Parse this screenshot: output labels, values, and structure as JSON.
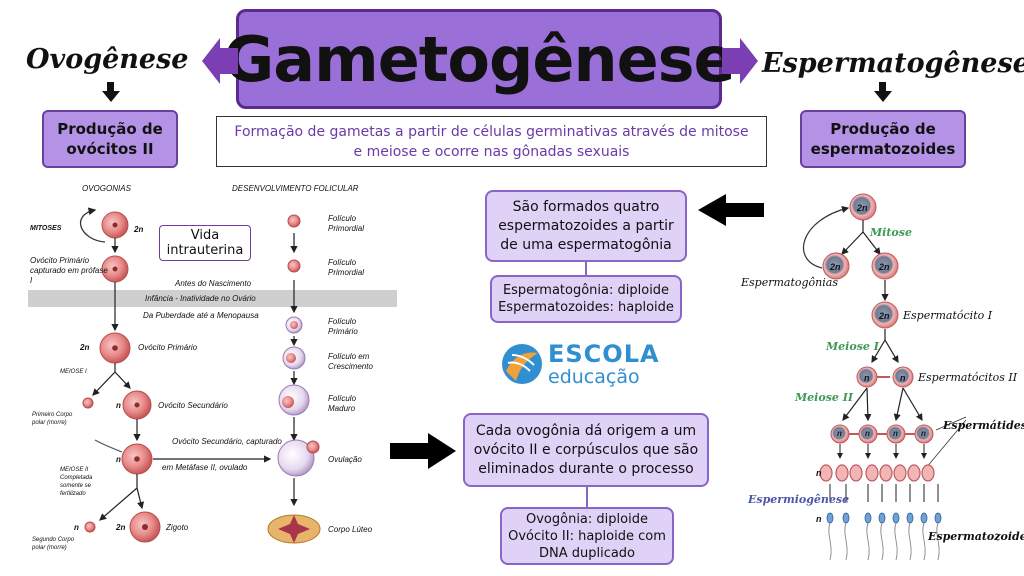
{
  "header": {
    "title": "Gametogênese",
    "left_title": "Ovogênese",
    "right_title": "Espermatogênese",
    "definition": "Formação de gametas a partir de células germinativas através de mitose e meiose e ocorre nas gônadas sexuais"
  },
  "left_box": {
    "line1": "Produção de",
    "line2": "ovócitos II"
  },
  "right_box": {
    "line1": "Produção de",
    "line2": "espermatozoides"
  },
  "sperm_result": {
    "text": "São formados quatro espermatozoides a partir de uma espermatogônia",
    "ploidy1": "Espermatogônia: diploide",
    "ploidy2": "Espermatozoides: haploide"
  },
  "ovo_result": {
    "text": "Cada ovogônia dá origem a um ovócito II e corpúsculos que são eliminados durante o processo",
    "ploidy1": "Ovogônia: diploide",
    "ploidy2": "Ovócito II: haploide com",
    "ploidy3": "DNA duplicado"
  },
  "logo": {
    "name": "ESCOLA",
    "sub": "educação"
  },
  "ovo_diagram": {
    "col1_header": "OVOGONIAS",
    "col2_header": "DESENVOLVIMENTO FOLICULAR",
    "mitoses": "MITOSES",
    "n2": "2n",
    "n": "n",
    "primario_capturado": "Ovócito Primário capturado em prófase I",
    "vida_intrauterina": "Vida intrauterina",
    "antes_nascimento": "Antes do Nascimento",
    "band": "Infância - Inatividade no Ovário",
    "puberdade": "Da Puberdade até a Menopausa",
    "ovocito_primario": "Ovócito Primário",
    "meiose1": "MEIOSE I",
    "ovocito_secundario": "Ovócito Secundário",
    "primeiro_corpo": "Primeiro Corpo polar (morre)",
    "secundario_capturado1": "Ovócito Secundário, capturado",
    "secundario_capturado2": "em Metáfase II, ovulado",
    "meiose2": "MEIOSE II Completada somente se fertilizado",
    "zigoto": "Zigoto",
    "segundo_corpo": "Segundo Corpo polar (morre)",
    "foliculo_primordial": "Folículo Primordial",
    "foliculo_primario": "Folículo Primário",
    "foliculo_crescimento": "Folículo em Crescimento",
    "foliculo_maduro": "Folículo Maduro",
    "ovulacao": "Ovulação",
    "corpo_luteo": "Corpo Lúteo"
  },
  "sperm_diagram": {
    "n2": "2n",
    "n": "n",
    "mitose": "Mitose",
    "espermatogonias": "Espermatogônias",
    "espermatocito1": "Espermatócito I",
    "meiose1": "Meiose I",
    "espermatocitos2": "Espermatócitos II",
    "meiose2": "Meiose II",
    "espermatides": "Espermátides",
    "espermiogenese": "Espermiogênese",
    "espermatozoides": "Espermatozoides"
  }
}
